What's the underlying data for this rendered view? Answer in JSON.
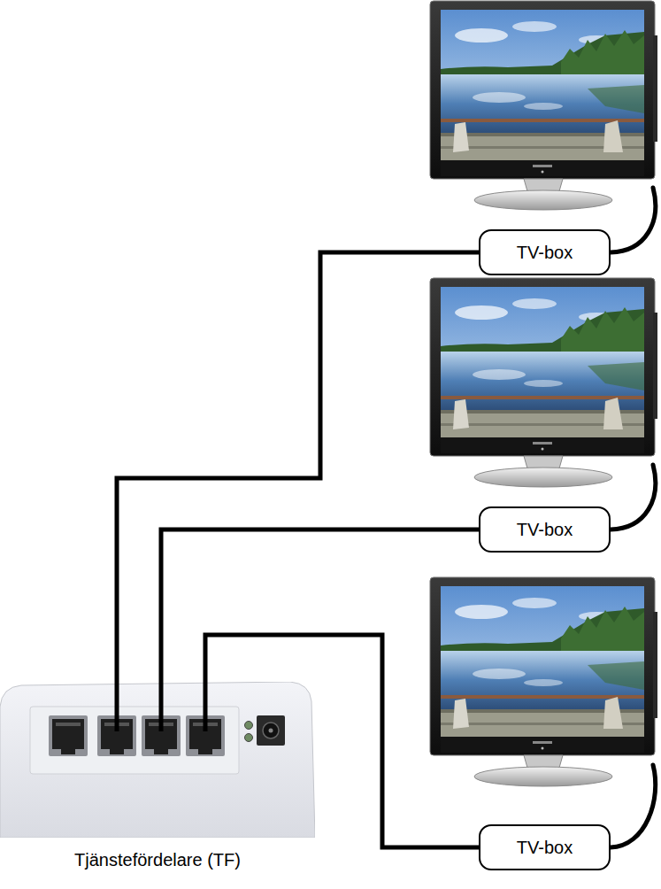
{
  "diagram": {
    "nodes": [
      {
        "text": [
          "TV-box"
        ]
      },
      {
        "text": [
          "TV-box"
        ]
      },
      {
        "text": [
          "TV-box"
        ]
      },
      {
        "text": [
          "Tjänstefördelare (TF)"
        ]
      }
    ],
    "edges": [
      {
        "from": 3,
        "to": 0,
        "arrow": "none"
      },
      {
        "from": 3,
        "to": 1,
        "arrow": "none"
      },
      {
        "from": 3,
        "to": 2,
        "arrow": "none"
      }
    ]
  }
}
